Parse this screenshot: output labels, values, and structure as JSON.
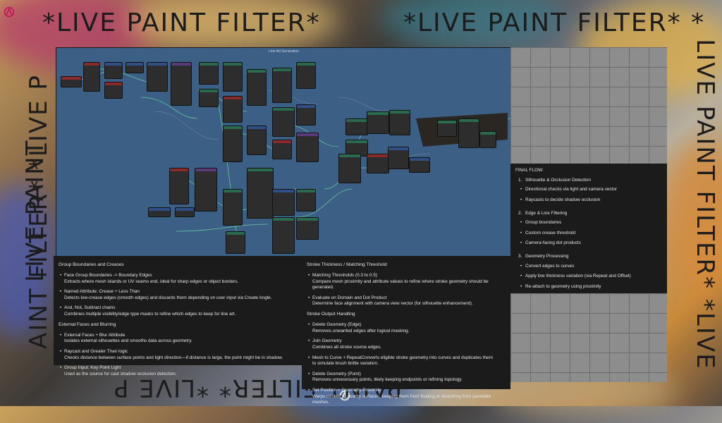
{
  "banners": {
    "top_left": "*LIVE PAINT FILTER*",
    "top_right": "*LIVE PAINT FILTER* *",
    "bottom": "PAINT FILTER* *LIVE P",
    "left": "AINT FILTER* *LIVE P",
    "left_top": "LIVE PAINT",
    "right": "LIVE PAINT FILTER* *LIVE"
  },
  "node_editor": {
    "title": "Line Art Generation"
  },
  "final_flow": {
    "heading": "FINAL FLOW:",
    "steps": [
      {
        "num": "1.",
        "label": "Silhouette & Occlusion Detection",
        "subs": [
          "Directional checks via light and camera vector",
          "Raycasts to decide shadow occlusion"
        ]
      },
      {
        "num": "2.",
        "label": "Edge & Line Filtering",
        "subs": [
          "Group boundaries",
          "Custom crease threshold",
          "Camera-facing dot products"
        ]
      },
      {
        "num": "3.",
        "label": "Geometry Processing",
        "subs": [
          "Convert edges to curves",
          "Apply line thickness variation (via Repeat and Offset)",
          "Re-attach to geometry using proximity"
        ]
      }
    ]
  },
  "left_panel": {
    "section1": "Group Boundaries and Creases",
    "items1": [
      {
        "head": "Face Group Boundaries -> Boundary Edges",
        "desc": "Extracts where mesh islands or UV seams end, ideal for sharp edges or object borders."
      },
      {
        "head": "Named Attribute: Crease + Less Than",
        "desc": "Detects low-crease edges (smooth edges) and discards them depending on user input via Create Angle."
      },
      {
        "head": "And, Not, Subtract chains",
        "desc": "Combines multiple visibility/edge type masks to refine which edges to keep for line art."
      }
    ],
    "section2": "External Faces and Blurring",
    "items2": [
      {
        "head": "External Faces + Blur Attribute",
        "desc": "Isolates external silhouettes and smooths data across geometry."
      },
      {
        "head": "Raycast and Greater Than logic",
        "desc": "Checks distance between surface points and light direction—if distance is large, the point might be in shadow."
      },
      {
        "head": "Group Input: Key Point Light",
        "desc": "Used as the source for cast shadow occlusion detection."
      }
    ]
  },
  "mid_panel": {
    "section1": "Stroke Thickness / Matching Threshold",
    "items1": [
      {
        "head": "Matching Thresholds (0.3 to 0.5)",
        "desc": "Compare mesh proximity and attribute values to refine where stroke geometry should be generated."
      },
      {
        "head": "Evaluate on Domain and Dot Product",
        "desc": "Determine face alignment with camera view vector (for silhouette enhancement)."
      }
    ],
    "section2": "Stroke Output Handling",
    "items2": [
      {
        "head": "Delete Geometry (Edge)",
        "desc": "Removes unwanted edges after logical masking."
      },
      {
        "head": "Join Geometry",
        "desc": "Combines all stroke source edges."
      },
      {
        "head": "Mesh to Curve + RepeatConverts eligible stroke geometry into curves and duplicates them",
        "desc": "to simulate brush brittle variation."
      },
      {
        "head": "Delete Geometry (Point)",
        "desc": "Removes unnecessary points, likely keeping endpoints or refining topology."
      },
      {
        "head": "Set Position + Geometry Proximity",
        "desc": "Warps strokes to nearby surfaces, keeping them from floating or detaching from paintable meshes."
      }
    ]
  },
  "colors": {
    "editor_bg": "#3c5f86",
    "panel_bg": "#1b1b1b",
    "node_bg": "#2d2d2d",
    "header_red": "#8a2a2a",
    "header_blue": "#2f4f86",
    "header_green": "#2a6b4f",
    "header_purple": "#5a3a7a"
  }
}
